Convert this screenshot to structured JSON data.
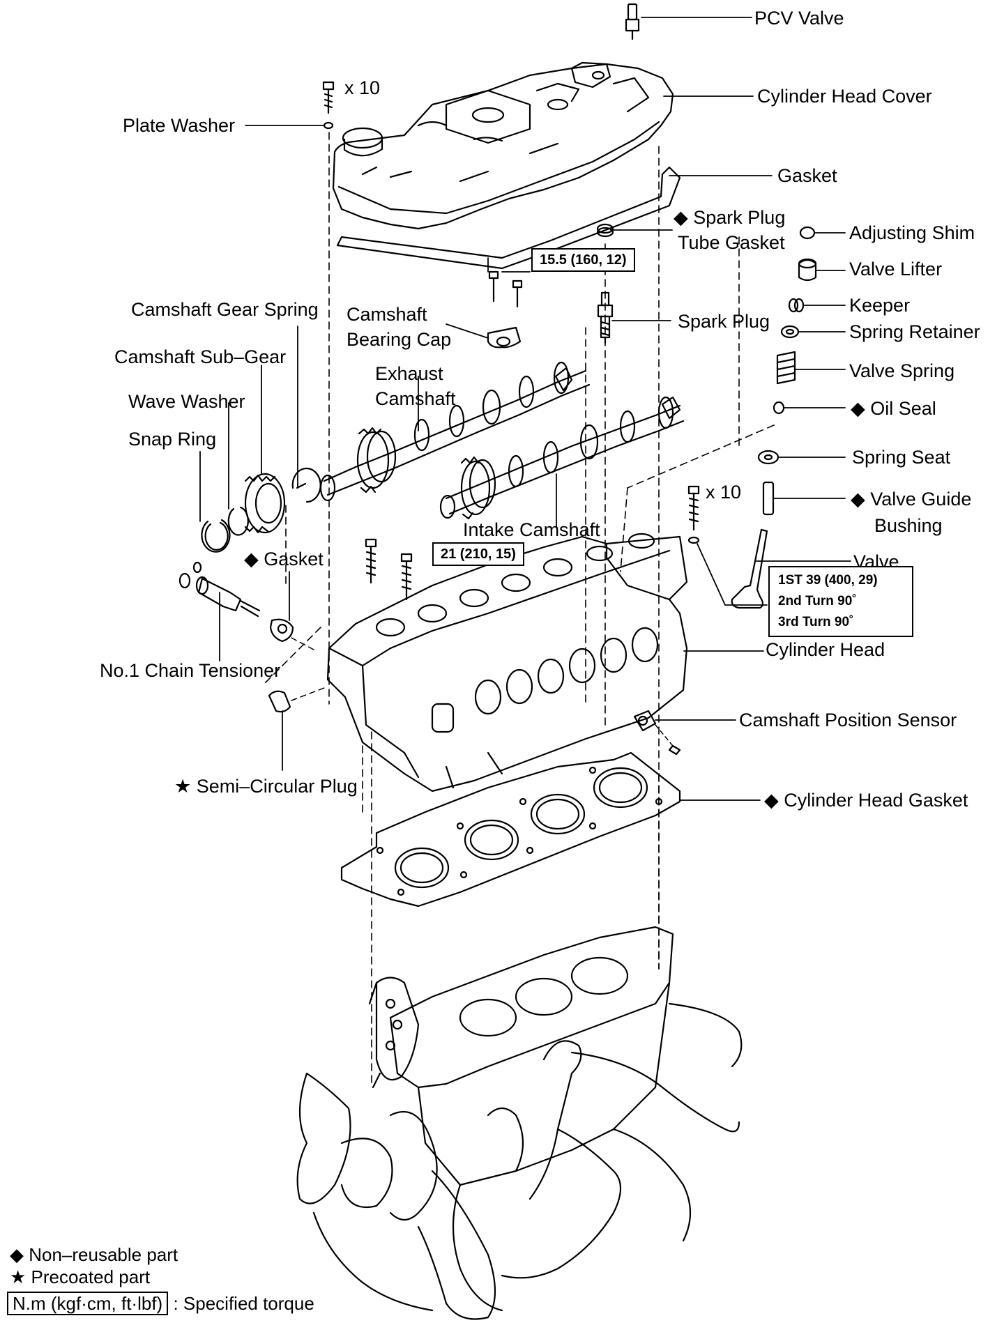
{
  "parts": {
    "pcv_valve": "PCV Valve",
    "cylinder_head_cover": "Cylinder Head Cover",
    "bolt_qty_top": "x 10",
    "plate_washer": "Plate Washer",
    "gasket_cover": "Gasket",
    "spark_plug_tube_gasket_line1": "◆ Spark Plug",
    "spark_plug_tube_gasket_line2": "Tube Gasket",
    "adjusting_shim": "Adjusting Shim",
    "valve_lifter": "Valve Lifter",
    "keeper": "Keeper",
    "spring_retainer": "Spring Retainer",
    "valve_spring": "Valve Spring",
    "oil_seal": "◆ Oil Seal",
    "spring_seat": "Spring Seat",
    "valve_guide_bushing_line1": "◆ Valve Guide",
    "valve_guide_bushing_line2": "Bushing",
    "valve": "Valve",
    "spark_plug": "Spark Plug",
    "camshaft_bearing_cap_line1": "Camshaft",
    "camshaft_bearing_cap_line2": "Bearing Cap",
    "camshaft_gear_spring": "Camshaft Gear Spring",
    "camshaft_sub_gear": "Camshaft Sub–Gear",
    "wave_washer": "Wave Washer",
    "snap_ring": "Snap Ring",
    "exhaust_camshaft_line1": "Exhaust",
    "exhaust_camshaft_line2": "Camshaft",
    "intake_camshaft": "Intake Camshaft",
    "bolt_qty_head": "x 10",
    "gasket_tensioner": "◆ Gasket",
    "no1_chain_tensioner": "No.1 Chain Tensioner",
    "cylinder_head": "Cylinder Head",
    "camshaft_position_sensor": "Camshaft Position Sensor",
    "semi_circular_plug": "★ Semi–Circular Plug",
    "cylinder_head_gasket": "◆ Cylinder Head Gasket"
  },
  "torque": {
    "bearing_cap": "15.5 (160, 12)",
    "head_bolt_small": "21 (210, 15)",
    "head_bolt_1st": "1ST 39 (400, 29)",
    "head_bolt_2nd": "2nd Turn 90˚",
    "head_bolt_3rd": "3rd Turn 90˚"
  },
  "legend": {
    "non_reusable": "◆ Non–reusable part",
    "precoated": "★ Precoated part",
    "torque_unit": "N.m (kgf·cm, ft·lbf)",
    "torque_desc": ": Specified torque"
  }
}
